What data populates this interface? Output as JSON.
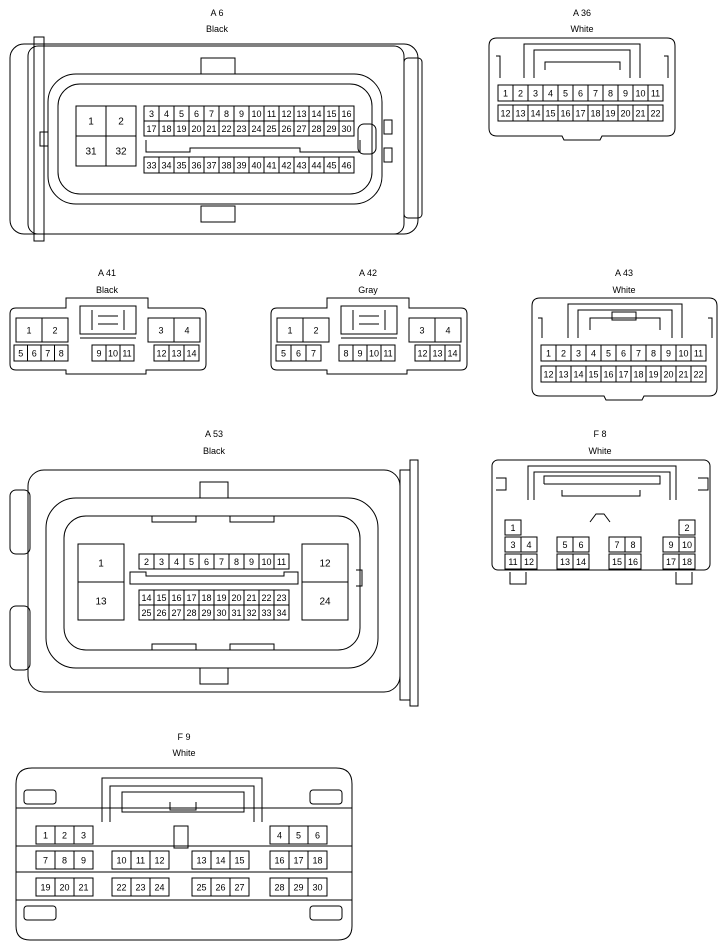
{
  "connectors": {
    "a6": {
      "name": "A 6",
      "color": "Black"
    },
    "a36": {
      "name": "A 36",
      "color": "White"
    },
    "a41": {
      "name": "A 41",
      "color": "Black"
    },
    "a42": {
      "name": "A 42",
      "color": "Gray"
    },
    "a43": {
      "name": "A 43",
      "color": "White"
    },
    "a53": {
      "name": "A 53",
      "color": "Black"
    },
    "f8": {
      "name": "F 8",
      "color": "White"
    },
    "f9": {
      "name": "F 9",
      "color": "White"
    }
  },
  "pins": {
    "a6": {
      "big": [
        "1",
        "2",
        "31",
        "32"
      ],
      "row1": [
        "3",
        "4",
        "5",
        "6",
        "7",
        "8",
        "9",
        "10",
        "11",
        "12",
        "13",
        "14",
        "15",
        "16"
      ],
      "row2": [
        "17",
        "18",
        "19",
        "20",
        "21",
        "22",
        "23",
        "24",
        "25",
        "26",
        "27",
        "28",
        "29",
        "30"
      ],
      "row3": [
        "33",
        "34",
        "35",
        "36",
        "37",
        "38",
        "39",
        "40",
        "41",
        "42",
        "43",
        "44",
        "45",
        "46"
      ]
    },
    "a36": {
      "row1": [
        "1",
        "2",
        "3",
        "4",
        "5",
        "6",
        "7",
        "8",
        "9",
        "10",
        "11"
      ],
      "row2": [
        "12",
        "13",
        "14",
        "15",
        "16",
        "17",
        "18",
        "19",
        "20",
        "21",
        "22"
      ]
    },
    "a41": {
      "left_top": [
        "1",
        "2"
      ],
      "left_bottom": [
        "5",
        "6",
        "7",
        "8"
      ],
      "mid": [
        "9",
        "10",
        "11"
      ],
      "right_top": [
        "3",
        "4"
      ],
      "right_bottom": [
        "12",
        "13",
        "14"
      ]
    },
    "a42": {
      "left_top": [
        "1",
        "2"
      ],
      "left_bottom": [
        "5",
        "6",
        "7"
      ],
      "mid": [
        "8",
        "9",
        "10",
        "11"
      ],
      "right_top": [
        "3",
        "4"
      ],
      "right_bottom": [
        "12",
        "13",
        "14"
      ]
    },
    "a43": {
      "row1": [
        "1",
        "2",
        "3",
        "4",
        "5",
        "6",
        "7",
        "8",
        "9",
        "10",
        "11"
      ],
      "row2": [
        "12",
        "13",
        "14",
        "15",
        "16",
        "17",
        "18",
        "19",
        "20",
        "21",
        "22"
      ]
    },
    "a53": {
      "big": [
        "1",
        "13",
        "12",
        "24"
      ],
      "row1": [
        "2",
        "3",
        "4",
        "5",
        "6",
        "7",
        "8",
        "9",
        "10",
        "11"
      ],
      "row2": [
        "14",
        "15",
        "16",
        "17",
        "18",
        "19",
        "20",
        "21",
        "22",
        "23"
      ],
      "row3": [
        "25",
        "26",
        "27",
        "28",
        "29",
        "30",
        "31",
        "32",
        "33",
        "34"
      ]
    },
    "f8": {
      "pins": [
        "1",
        "2",
        "3",
        "4",
        "5",
        "6",
        "7",
        "8",
        "9",
        "10",
        "11",
        "12",
        "13",
        "14",
        "15",
        "16",
        "17",
        "18"
      ]
    },
    "f9": {
      "row1": [
        "1",
        "2",
        "3",
        "4",
        "5",
        "6"
      ],
      "row2": [
        "7",
        "8",
        "9",
        "10",
        "11",
        "12",
        "13",
        "14",
        "15",
        "16",
        "17",
        "18"
      ],
      "row3": [
        "19",
        "20",
        "21",
        "22",
        "23",
        "24",
        "25",
        "26",
        "27",
        "28",
        "29",
        "30"
      ]
    }
  }
}
